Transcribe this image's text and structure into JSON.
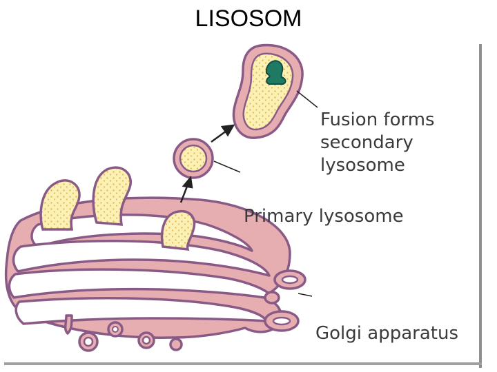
{
  "slide": {
    "title": "LISOSOM"
  },
  "diagram": {
    "labels": {
      "fusion": [
        "Fusion forms",
        "secondary",
        "lysosome"
      ],
      "primary": "Primary lysosome",
      "golgi": "Golgi apparatus"
    },
    "colors": {
      "membrane_outer": "#8a5a86",
      "membrane_fill": "#e6aeb0",
      "lumen": "#ffffff",
      "enzyme_fill": "#fbf1b4",
      "enzyme_dot": "#e8b85a",
      "material": "#1f7a63",
      "text": "#3a3a3a"
    },
    "frame": {
      "shadow": "#9a9a9a"
    }
  }
}
